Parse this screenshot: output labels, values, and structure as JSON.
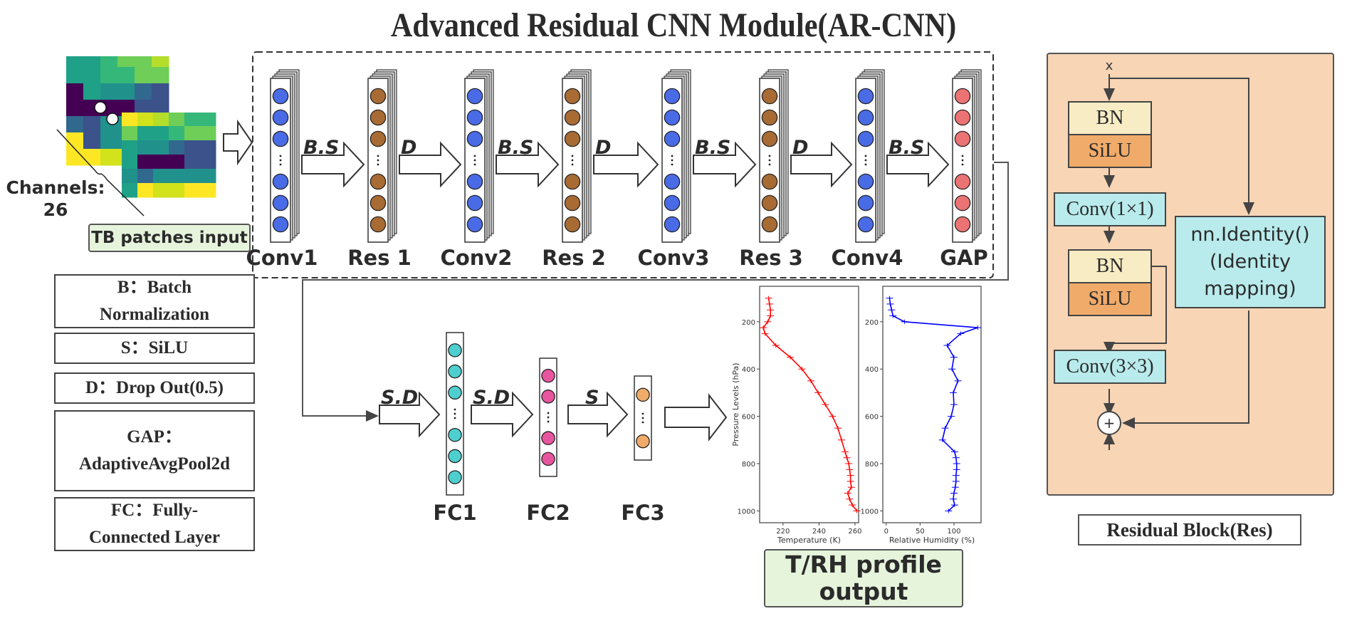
{
  "title": "Advanced Residual CNN Module(AR-CNN)",
  "input": {
    "channels_label": "Channels:",
    "channels_value": "26",
    "caption": "TB patches input"
  },
  "arcnn": {
    "layers": [
      {
        "label": "Conv1",
        "color": "#4a6be6"
      },
      {
        "label": "Res 1",
        "color": "#a86b34"
      },
      {
        "label": "Conv2",
        "color": "#4a6be6"
      },
      {
        "label": "Res 2",
        "color": "#a86b34"
      },
      {
        "label": "Conv3",
        "color": "#4a6be6"
      },
      {
        "label": "Res 3",
        "color": "#a86b34"
      },
      {
        "label": "Conv4",
        "color": "#4a6be6"
      },
      {
        "label": "GAP",
        "color": "#ec7373"
      }
    ],
    "ops": [
      "B.S",
      "D",
      "B.S",
      "D",
      "B.S",
      "D",
      "B.S"
    ]
  },
  "fc": {
    "layers": [
      {
        "label": "FC1",
        "color": "#4ecfcf"
      },
      {
        "label": "FC2",
        "color": "#e8559f"
      },
      {
        "label": "FC3",
        "color": "#f0ab6a"
      }
    ],
    "ops": [
      "S.D",
      "S.D",
      "S"
    ]
  },
  "legend": [
    {
      "line1": "B：Batch",
      "line2": "Normalization"
    },
    {
      "line1": "S：SiLU"
    },
    {
      "line1": "D：Drop Out(0.5)"
    },
    {
      "line1": "GAP：",
      "line2": "AdaptiveAvgPool2d"
    },
    {
      "line1": "FC：Fully-",
      "line2": "Connected Layer"
    }
  ],
  "output": {
    "caption_line1": "T/RH profile",
    "caption_line2": "output"
  },
  "residual_block": {
    "input_label": "x",
    "bn1": "BN",
    "silu1": "SiLU",
    "conv1": "Conv(1×1)",
    "bn2": "BN",
    "silu2": "SiLU",
    "conv2": "Conv(3×3)",
    "identity_line1": "nn.Identity()",
    "identity_line2": "(Identity",
    "identity_line3": "mapping)",
    "sum_symbol": "+",
    "caption": "Residual Block(Res)"
  },
  "chart_data": [
    {
      "type": "line",
      "title": "",
      "xlabel": "Temperature (K)",
      "ylabel": "Pressure Levels (hPa)",
      "xlim": [
        207,
        262
      ],
      "ylim": [
        1050,
        50
      ],
      "xticks": [
        220,
        240,
        260
      ],
      "yticks": [
        200,
        400,
        600,
        800,
        1000
      ],
      "color": "#ff0000",
      "pressure": [
        100,
        125,
        150,
        175,
        200,
        225,
        250,
        300,
        350,
        400,
        450,
        500,
        550,
        600,
        650,
        700,
        750,
        775,
        800,
        825,
        850,
        875,
        900,
        925,
        950,
        975,
        1000
      ],
      "values": [
        212,
        212.5,
        213,
        213,
        211.5,
        209,
        210,
        216,
        224,
        230.5,
        235.5,
        239.5,
        243.5,
        247.5,
        250.5,
        252.5,
        254.5,
        255.5,
        256.5,
        257,
        257.5,
        257.5,
        258,
        256,
        257,
        258.5,
        261
      ]
    },
    {
      "type": "line",
      "title": "",
      "xlabel": "Relative Humidity (%)",
      "ylabel": "",
      "xlim": [
        -5,
        140
      ],
      "ylim": [
        1050,
        50
      ],
      "xticks": [
        0,
        50,
        100
      ],
      "yticks": [
        200,
        400,
        600,
        800,
        1000
      ],
      "color": "#0000ff",
      "pressure": [
        100,
        125,
        150,
        175,
        200,
        225,
        250,
        300,
        350,
        400,
        450,
        500,
        550,
        600,
        650,
        700,
        750,
        775,
        800,
        825,
        850,
        875,
        900,
        925,
        950,
        975,
        1000
      ],
      "values": [
        5,
        6,
        8,
        10,
        27,
        135,
        110,
        90,
        100,
        97,
        106,
        99,
        100,
        96,
        87,
        83,
        101,
        103,
        104,
        104,
        103,
        103,
        102,
        100,
        99,
        101,
        92
      ]
    }
  ]
}
